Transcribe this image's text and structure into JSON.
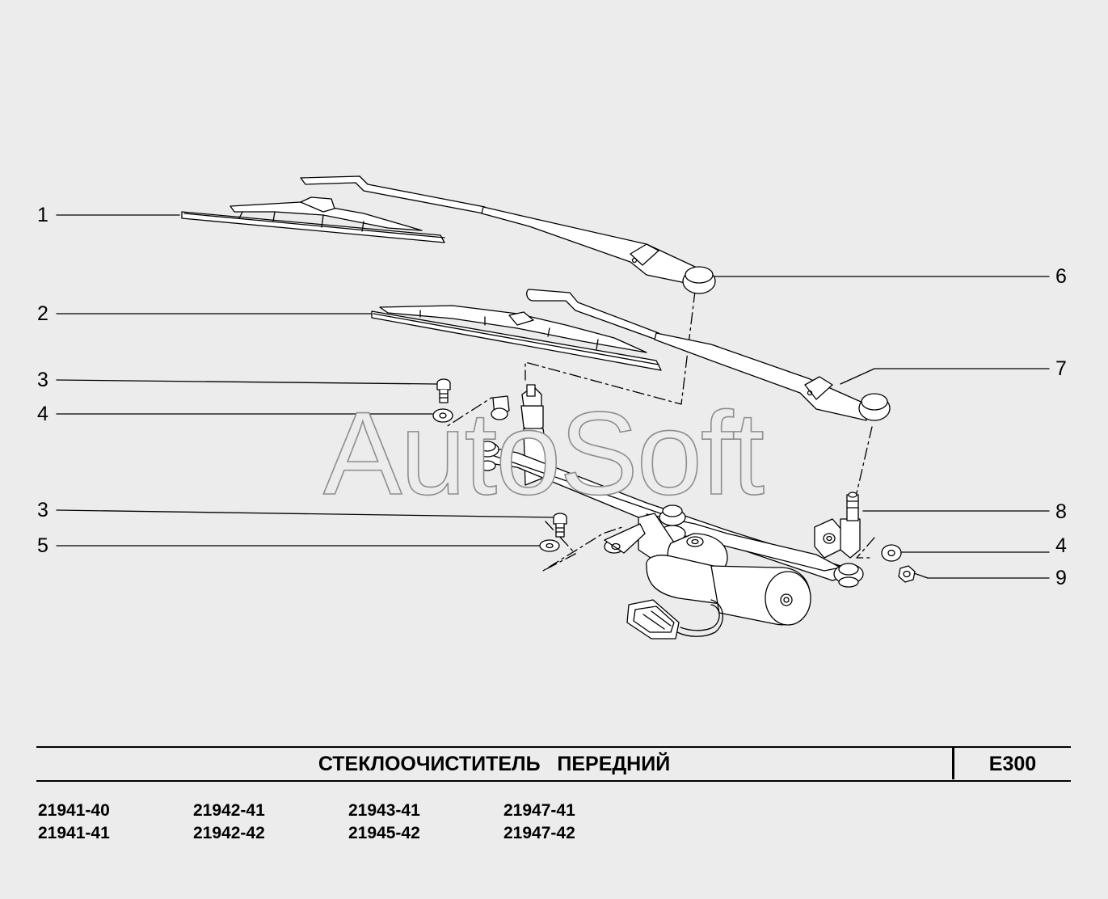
{
  "diagram": {
    "callouts_left": [
      {
        "id": "c1",
        "label": "1"
      },
      {
        "id": "c2",
        "label": "2"
      },
      {
        "id": "c3a",
        "label": "3"
      },
      {
        "id": "c4a",
        "label": "4"
      },
      {
        "id": "c3b",
        "label": "3"
      },
      {
        "id": "c5",
        "label": "5"
      }
    ],
    "callouts_right": [
      {
        "id": "c6",
        "label": "6"
      },
      {
        "id": "c7",
        "label": "7"
      },
      {
        "id": "c8",
        "label": "8"
      },
      {
        "id": "c4b",
        "label": "4"
      },
      {
        "id": "c9",
        "label": "9"
      }
    ],
    "watermark": "AutoSoft"
  },
  "title_block": {
    "title": "СТЕКЛООЧИСТИТЕЛЬ   ПЕРЕДНИЙ",
    "code": "E300"
  },
  "models": [
    [
      "21941-40",
      "21941-41"
    ],
    [
      "21942-41",
      "21942-42"
    ],
    [
      "21943-41",
      "21945-42"
    ],
    [
      "21947-41",
      "21947-42"
    ]
  ],
  "colors": {
    "background": "#ececec",
    "line": "#000000",
    "watermark_outline": "#8d8d8d"
  }
}
